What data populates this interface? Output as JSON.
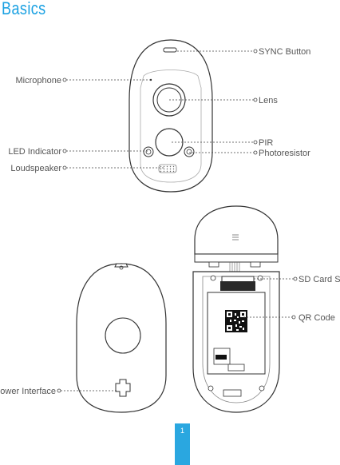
{
  "title": "Basics",
  "accent_color": "#1ba1e2",
  "labels": {
    "sync_button": "SYNC Button",
    "microphone": "Microphone",
    "lens": "Lens",
    "pir": "PIR",
    "photoresistor": "Photoresistor",
    "led_indicator": "LED Indicator",
    "loudspeaker": "Loudspeaker",
    "sd_card_slot": "SD Card Slot",
    "qr_code": "QR Code",
    "power_interface": "Power Interface"
  },
  "page_number": "1"
}
